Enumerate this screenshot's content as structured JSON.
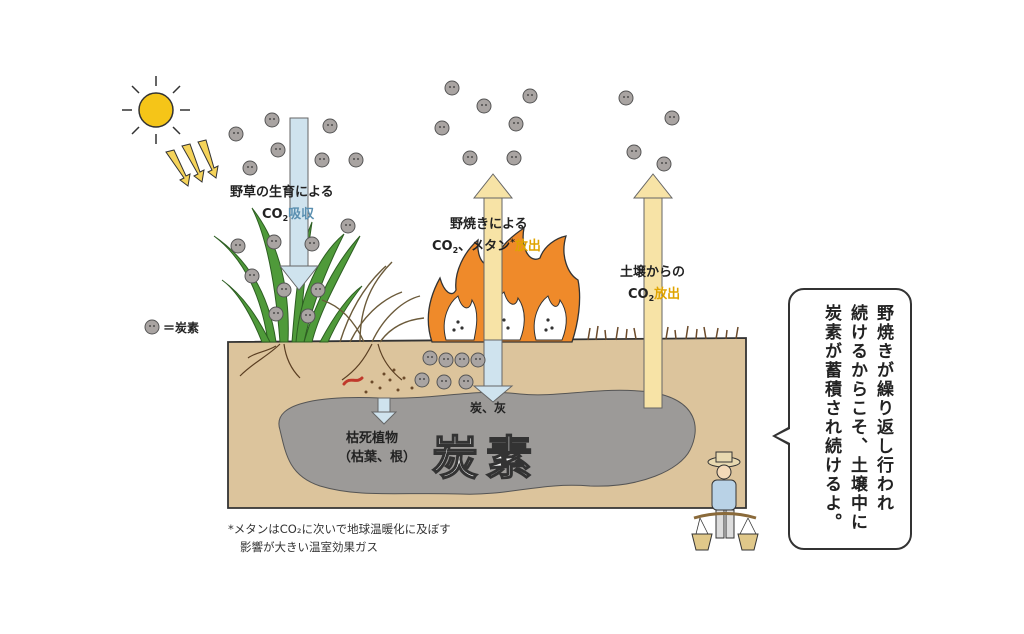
{
  "labels": {
    "grass_absorb_line1": "野草の生育による",
    "grass_absorb_co2": "CO",
    "grass_absorb_sub": "2",
    "grass_absorb_word": "吸収",
    "burn_line1": "野焼きによる",
    "burn_co2": "CO",
    "burn_sub": "2",
    "burn_methane": "、メタン",
    "burn_star": "*",
    "burn_word": "放出",
    "soil_line1": "土壌からの",
    "soil_co2": "CO",
    "soil_sub": "2",
    "soil_word": "放出",
    "legend_eq": "＝炭素",
    "dead_plants_line1": "枯死植物",
    "dead_plants_line2": "（枯葉、根）",
    "charcoal_ash": "炭、灰",
    "carbon_big": "炭素"
  },
  "footnote": {
    "line1": "*メタンはCO₂に次いで地球温暖化に及ぼす",
    "line2": "影響が大きい温室効果ガス"
  },
  "speech": {
    "text": "野焼きが繰り返し行われ\n続けるからこそ、土壌中に\n炭素が蓄積され続けるよ。"
  },
  "colors": {
    "soil": "#dcc49c",
    "carbon_pool": "#9c9a98",
    "absorb_arrow": "#cfe3ee",
    "release_arrow": "#f7e3a6",
    "flame": "#ef8a2a",
    "sun": "#f5c518",
    "grass": "#4f9a3a",
    "accent_text": "#e0a400",
    "absorb_text": "#5a8fb0"
  },
  "icons": [
    "sun-icon",
    "carbon-particle-icon",
    "fire-icon",
    "farmer-icon"
  ]
}
